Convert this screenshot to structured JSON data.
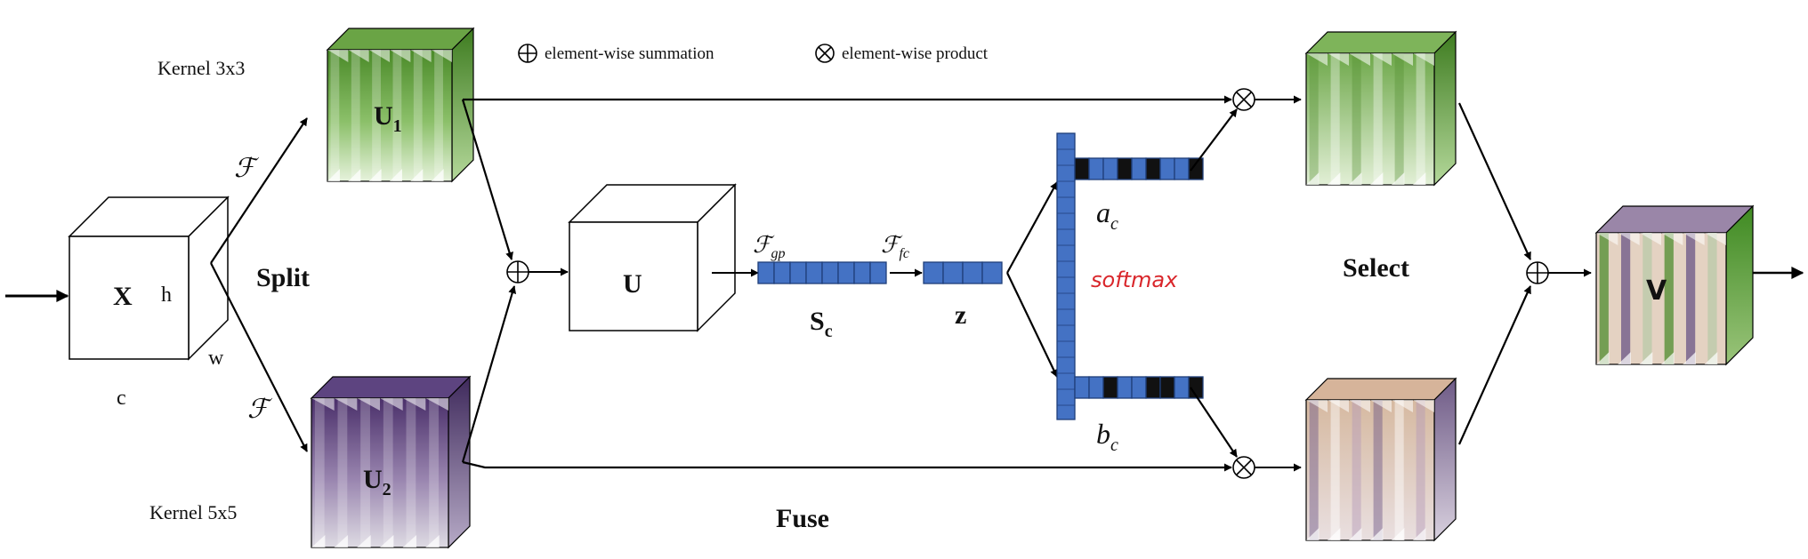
{
  "legend": {
    "sum_label": "element-wise  summation",
    "product_label": "element-wise  product"
  },
  "labels": {
    "kernel_top": "Kernel  3x3",
    "kernel_bottom": "Kernel  5x5",
    "f_top": "ℱ",
    "f_bottom": "ℱ",
    "split": "Split",
    "fuse": "Fuse",
    "select": "Select",
    "softmax": "softmax",
    "f_gp_main": "ℱ",
    "f_gp_sub": "gp",
    "f_fc_main": "ℱ",
    "f_fc_sub": "fc",
    "s_c_main": "S",
    "s_c_sub": "c",
    "z": "z",
    "a_c_main": "a",
    "a_c_sub": "c",
    "b_c_main": "b",
    "b_c_sub": "c"
  },
  "input_cube": {
    "label": "X",
    "h": "h",
    "w": "w",
    "c": "c"
  },
  "u1_cube": {
    "label_main": "U",
    "label_sub": "1"
  },
  "u2_cube": {
    "label_main": "U",
    "label_sub": "2"
  },
  "u_cube": {
    "label": "U"
  },
  "v_cube": {
    "label": "V"
  },
  "colors": {
    "green": "#5a9a32",
    "purple": "#5a3f78",
    "tan": "#d2b49a",
    "blue": "#4472c4",
    "softmax_red": "#d9262b"
  },
  "s_c_cells": 8,
  "z_cells": 4,
  "a_c_cells": [
    1,
    0,
    0,
    1,
    0,
    1,
    0,
    0,
    1
  ],
  "b_c_cells": [
    0,
    0,
    1,
    0,
    0,
    1,
    1,
    0,
    1
  ]
}
